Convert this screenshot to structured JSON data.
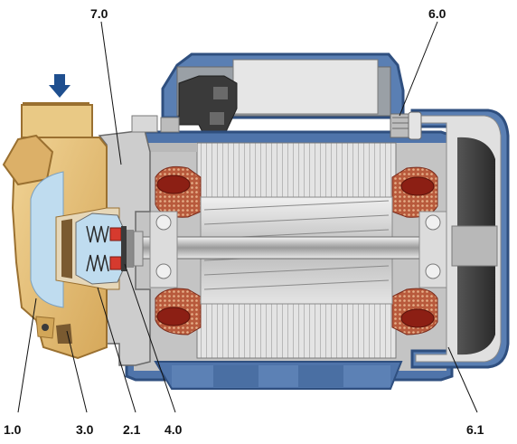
{
  "callouts": {
    "c1_0": "1.0",
    "c2_1": "2.1",
    "c3_0": "3.0",
    "c4_0": "4.0",
    "c6_0": "6.0",
    "c6_1": "6.1",
    "c7_0": "7.0"
  },
  "colors": {
    "motor_casing": "#4a6fa3",
    "motor_casing_dark": "#2f4f7f",
    "pump_body": "#e6c07a",
    "pump_body_dark": "#b8904a",
    "water_chamber": "#bfdcef",
    "inlet_arrow": "#1f4f8f",
    "stator_core": "#d9d9d9",
    "rotor": "#cfcfcf",
    "winding": "#a8442c",
    "seal_red": "#d63a2e",
    "grey_cover": "#b0b0b0"
  },
  "icons": {
    "inlet": "inlet-arrow-icon"
  }
}
